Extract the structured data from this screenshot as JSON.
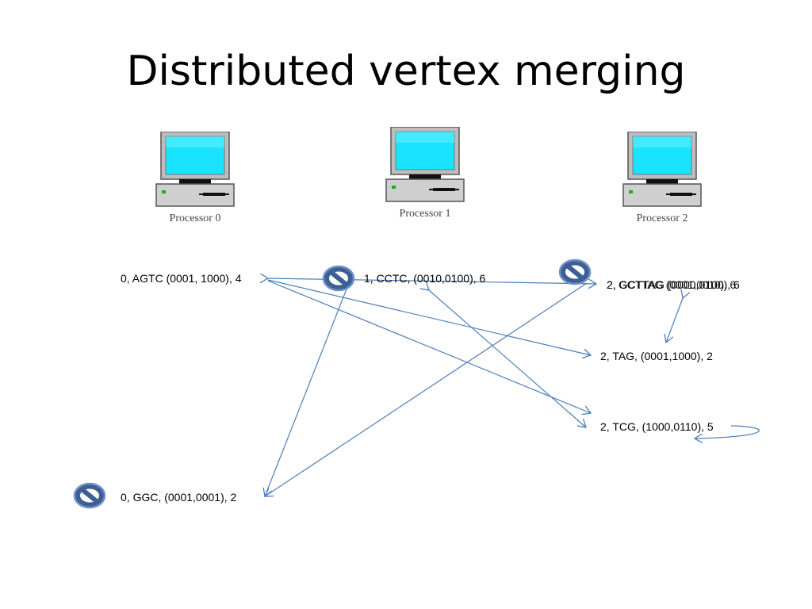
{
  "slide": {
    "title": "Distributed vertex merging"
  },
  "processors": [
    {
      "label": "Processor 0"
    },
    {
      "label": "Processor 1"
    },
    {
      "label": "Processor 2"
    }
  ],
  "nodes": {
    "agtc": "0, AGTC  (0001, 1000), 4",
    "cctc": "1, CCTC,  (0010,0100), 6",
    "gcttag": "2, GCTTAG  (0000,0100), 6",
    "gcttag_overlay": "2, GCTTAG  (0001,0010), 6",
    "tag": "2, TAG,  (0001,1000), 2",
    "tcg": "2, TCG,  (1000,0110), 5",
    "ggc": "0, GGC,  (0001,0001), 2"
  },
  "colors": {
    "edge": "#4a7ebb",
    "ban_fill": "#3d5f95",
    "ban_ring": "#6f8fc8",
    "screen": "#19e3ff"
  }
}
